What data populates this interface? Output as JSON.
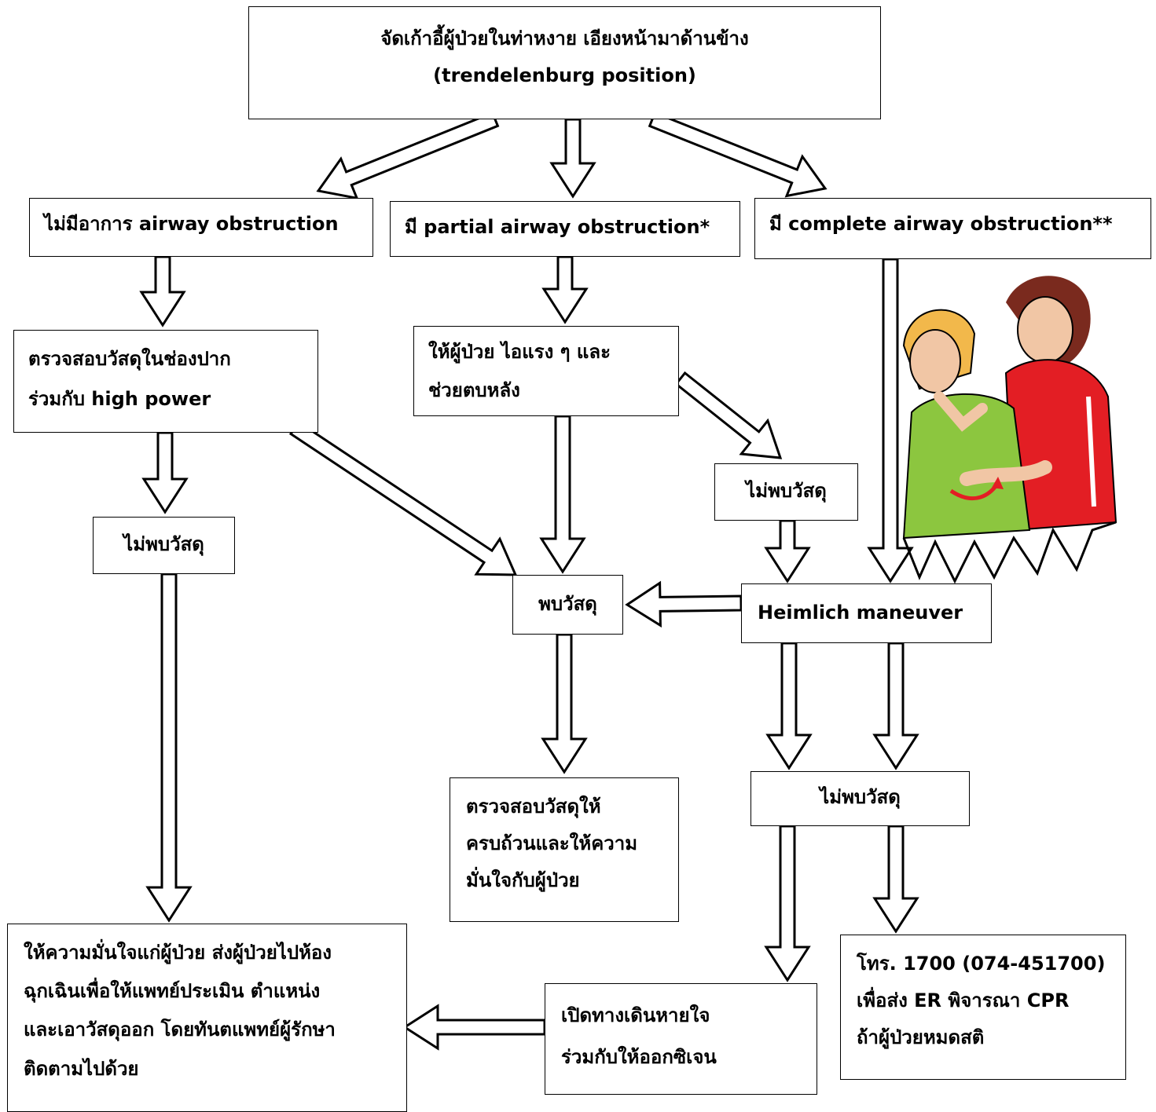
{
  "nodes": {
    "top": {
      "line1": "จัดเก้าอี้ผู้ป่วยในท่าหงาย เอียงหน้ามาด้านข้าง",
      "line2": "(trendelenburg position)"
    },
    "no_obstruction": "ไม่มีอาการ airway  obstruction",
    "partial": "มี partial  airway obstruction*",
    "complete": "มี complete airway  obstruction**",
    "inspect_mouth": {
      "line1": "ตรวจสอบวัสดุในช่องปาก",
      "line2": "ร่วมกับ high power"
    },
    "cough_back": {
      "line1": "ให้ผู้ป่วย ไอแรง ๆ และ",
      "line2": "ช่วยตบหลัง"
    },
    "not_found_left": "ไม่พบวัสดุ",
    "not_found_mid": "ไม่พบวัสดุ",
    "found": "พบวัสดุ",
    "heimlich": "Heimlich maneuver",
    "not_found_right": "ไม่พบวัสดุ",
    "verify": {
      "line1": "ตรวจสอบวัสดุให้",
      "line2": "ครบถ้วนและให้ความ",
      "line3": "มั่นใจกับผู้ป่วย"
    },
    "reassure": {
      "line1": "ให้ความมั่นใจแก่ผู้ป่วย ส่งผู้ป่วยไปห้อง",
      "line2": "ฉุกเฉินเพื่อให้แพทย์ประเมิน ตำแหน่ง",
      "line3": "และเอาวัสดุออก โดยทันตแพทย์ผู้รักษา",
      "line4": "ติดตามไปด้วย"
    },
    "airway": {
      "line1": "เปิดทางเดินหายใจ",
      "line2": "ร่วมกับให้ออกซิเจน"
    },
    "call": {
      "line1": "โทร. 1700  (074-451700)",
      "line2": "เพื่อส่ง ER  พิจารณา CPR",
      "line3": "ถ้าผู้ป่วยหมดสติ"
    }
  },
  "colors": {
    "line": "#000000",
    "background": "#ffffff",
    "shirt_patient": "#8cc63f",
    "shirt_rescuer": "#e31e24",
    "hair_patient": "#f2b84b",
    "hair_rescuer": "#7a2a1e",
    "skin": "#f1c6a5",
    "red_arrow": "#e31e24"
  },
  "illustration": {
    "icon": "heimlich-maneuver-illustration"
  }
}
